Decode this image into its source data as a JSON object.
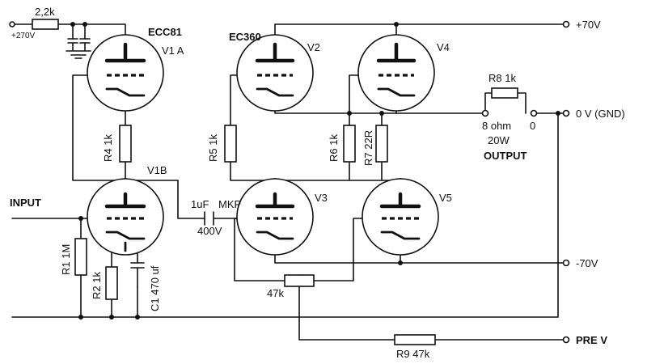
{
  "labels": {
    "r_top": "2,2k",
    "supply_270": "+270V",
    "ecc81": "ECC81",
    "v1a": "V1 A",
    "ec360": "EC360",
    "v2": "V2",
    "v4": "V4",
    "plus70": "+70V",
    "r8": "R8 1k",
    "zero_v": "0 V (GND)",
    "spk_ohm": "8 ohm",
    "spk_zero": "0",
    "spk_w": "20W",
    "output": "OUTPUT",
    "r4": "R4 1k",
    "r5": "R5 1k",
    "r6": "R6 1k",
    "r7": "R7 22R",
    "v1b": "V1B",
    "input": "INPUT",
    "cap_uf": "1uF",
    "cap_mkp": "MKP",
    "cap_v": "400V",
    "v3": "V3",
    "v5": "V5",
    "minus70": "-70V",
    "r1": "R1 1M",
    "r2": "R2 1k",
    "c1": "C1 470 uf",
    "pot": "47k",
    "r9": "R9 47k",
    "pre_v": "PRE V"
  }
}
